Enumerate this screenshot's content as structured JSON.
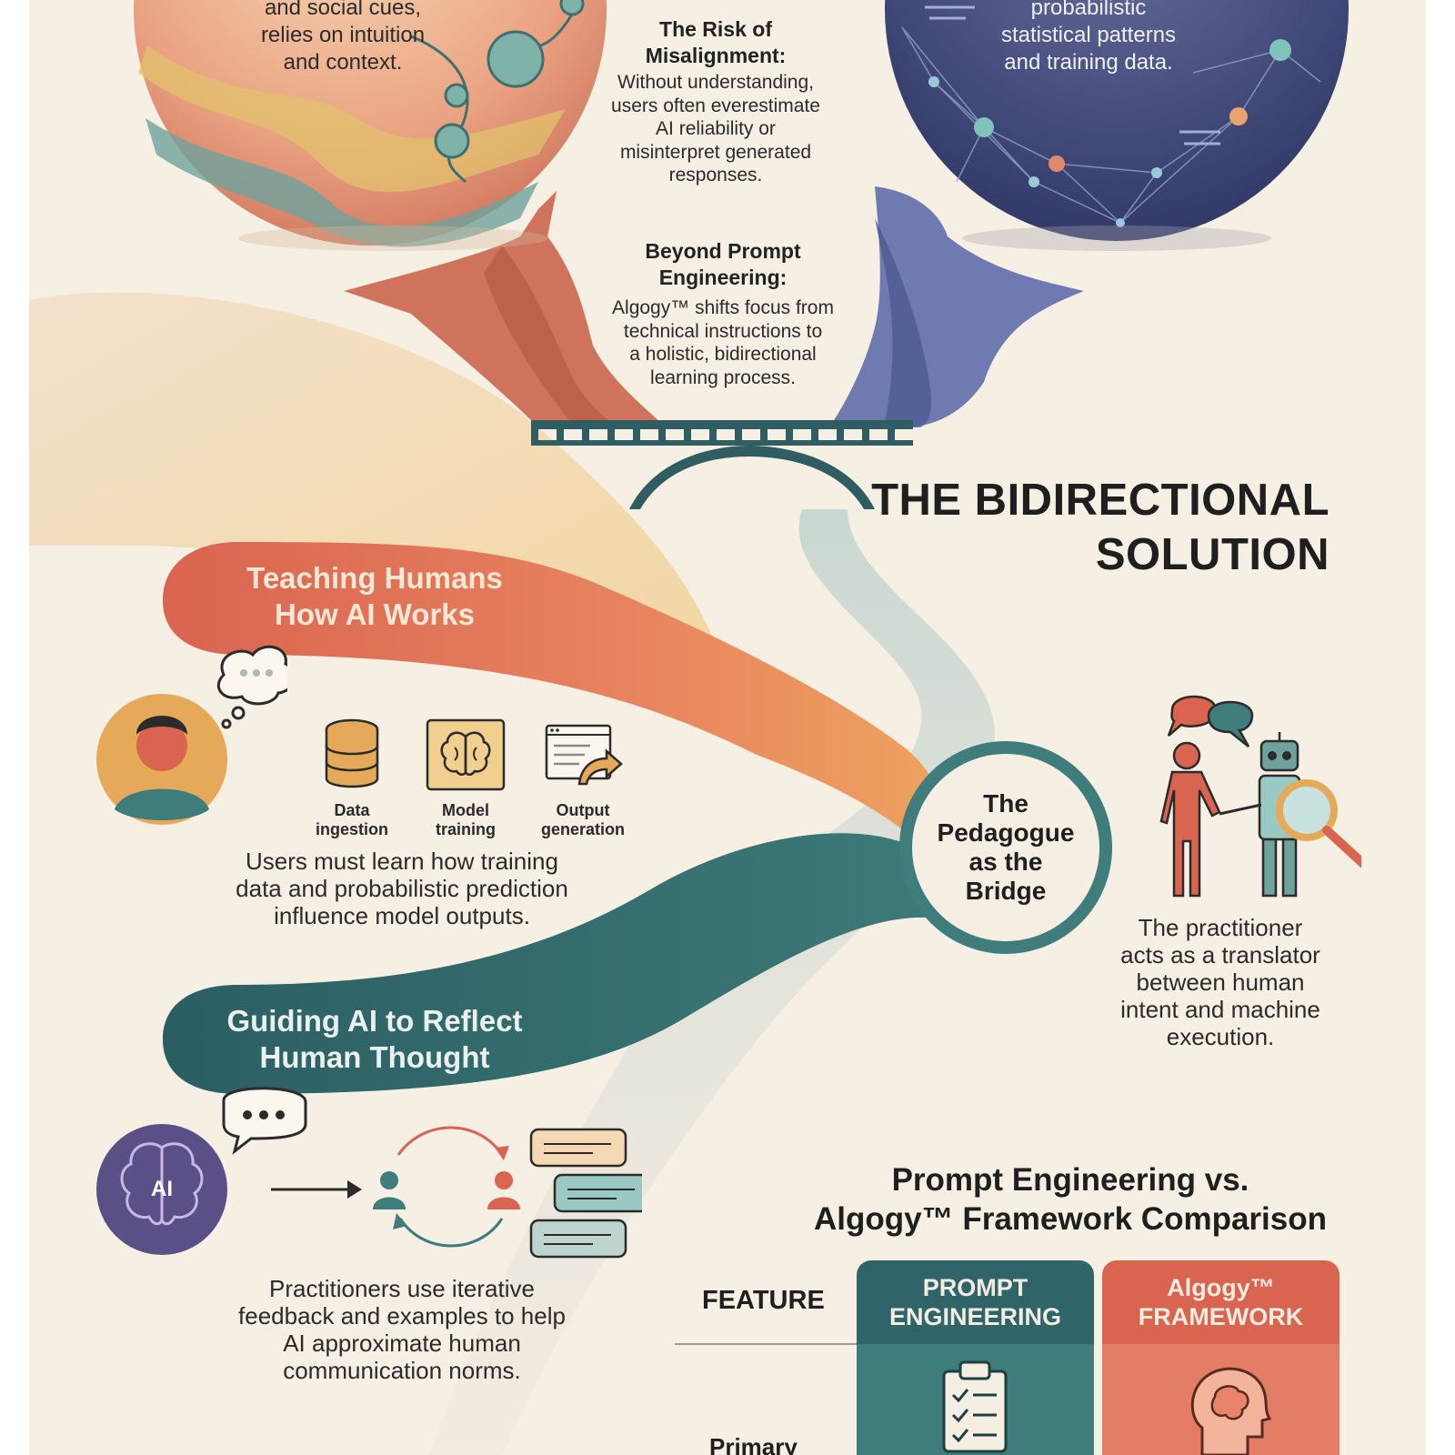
{
  "top_left_sphere": {
    "text_lines": [
      "and social cues,",
      "relies on intuition",
      "and context."
    ]
  },
  "top_right_sphere": {
    "text_lines": [
      "probabilistic",
      "statistical patterns",
      "and training data."
    ]
  },
  "misalignment": {
    "heading_lines": [
      "The Risk of",
      "Misalignment:"
    ],
    "body_lines": [
      "Without understanding,",
      "users often everestimate",
      "AI reliability or",
      "misinterpret generated",
      "responses."
    ]
  },
  "beyond_prompt": {
    "heading_lines": [
      "Beyond Prompt",
      "Engineering:"
    ],
    "body_lines": [
      "Algogy™ shifts focus from",
      "technical instructions to",
      "a holistic, bidirectional",
      "learning process."
    ]
  },
  "solution_title": {
    "lines": [
      "THE BIDIRECTIONAL",
      "SOLUTION"
    ]
  },
  "teaching_band": {
    "lines": [
      "Teaching Humans",
      "How AI Works"
    ]
  },
  "process_icons": [
    {
      "icon": "database-icon",
      "label_lines": [
        "Data",
        "ingestion"
      ]
    },
    {
      "icon": "brain-icon",
      "label_lines": [
        "Model",
        "training"
      ]
    },
    {
      "icon": "output-window-icon",
      "label_lines": [
        "Output",
        "generation"
      ]
    }
  ],
  "teaching_body": {
    "lines": [
      "Users must learn how training",
      "data and probabilistic prediction",
      "influence model outputs."
    ]
  },
  "bridge_circle": {
    "lines": [
      "The",
      "Pedagogue",
      "as the",
      "Bridge"
    ]
  },
  "practitioner": {
    "lines": [
      "The practitioner",
      "acts as a translator",
      "between human",
      "intent and machine",
      "execution."
    ]
  },
  "guiding_band": {
    "lines": [
      "Guiding AI to Reflect",
      "Human Thought"
    ]
  },
  "ai_badge": {
    "label": "AI"
  },
  "guiding_body": {
    "lines": [
      "Practitioners use iterative",
      "feedback and examples to help",
      "AI approximate human",
      "communication norms."
    ]
  },
  "comparison": {
    "title_lines": [
      "Prompt Engineering vs.",
      "Algogy™ Framework Comparison"
    ],
    "feature_label": "FEATURE",
    "row_label": "Primary",
    "columns": [
      {
        "lines": [
          "PROMPT",
          "ENGINEERING"
        ],
        "color": "#2f6468"
      },
      {
        "lines": [
          "Algogy™",
          "FRAMEWORK"
        ],
        "color": "#d9644f"
      }
    ]
  },
  "colors": {
    "background": "#f6efe3",
    "coral": "#d9644f",
    "teal": "#2f6468",
    "navy": "#353f6c",
    "gold": "#e3b55f"
  }
}
